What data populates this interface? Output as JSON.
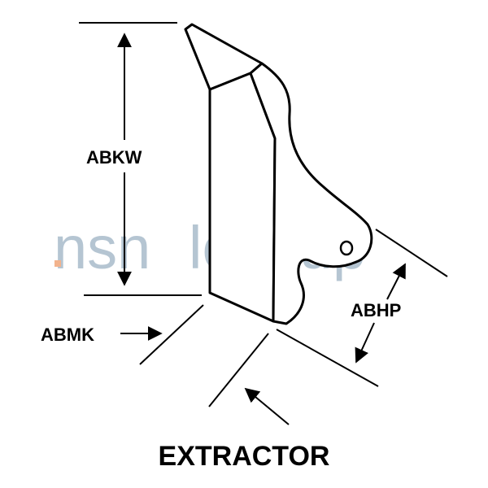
{
  "diagram": {
    "title": "EXTRACTOR",
    "labels": {
      "height": "ABKW",
      "thickness": "ABMK",
      "offset": "ABHP"
    },
    "watermark": {
      "text_main": "nsn",
      "text_rest": "lookup"
    },
    "colors": {
      "ink": "#000000",
      "watermark": "#a9bccb",
      "watermark_accent": "#f0a67a"
    }
  }
}
